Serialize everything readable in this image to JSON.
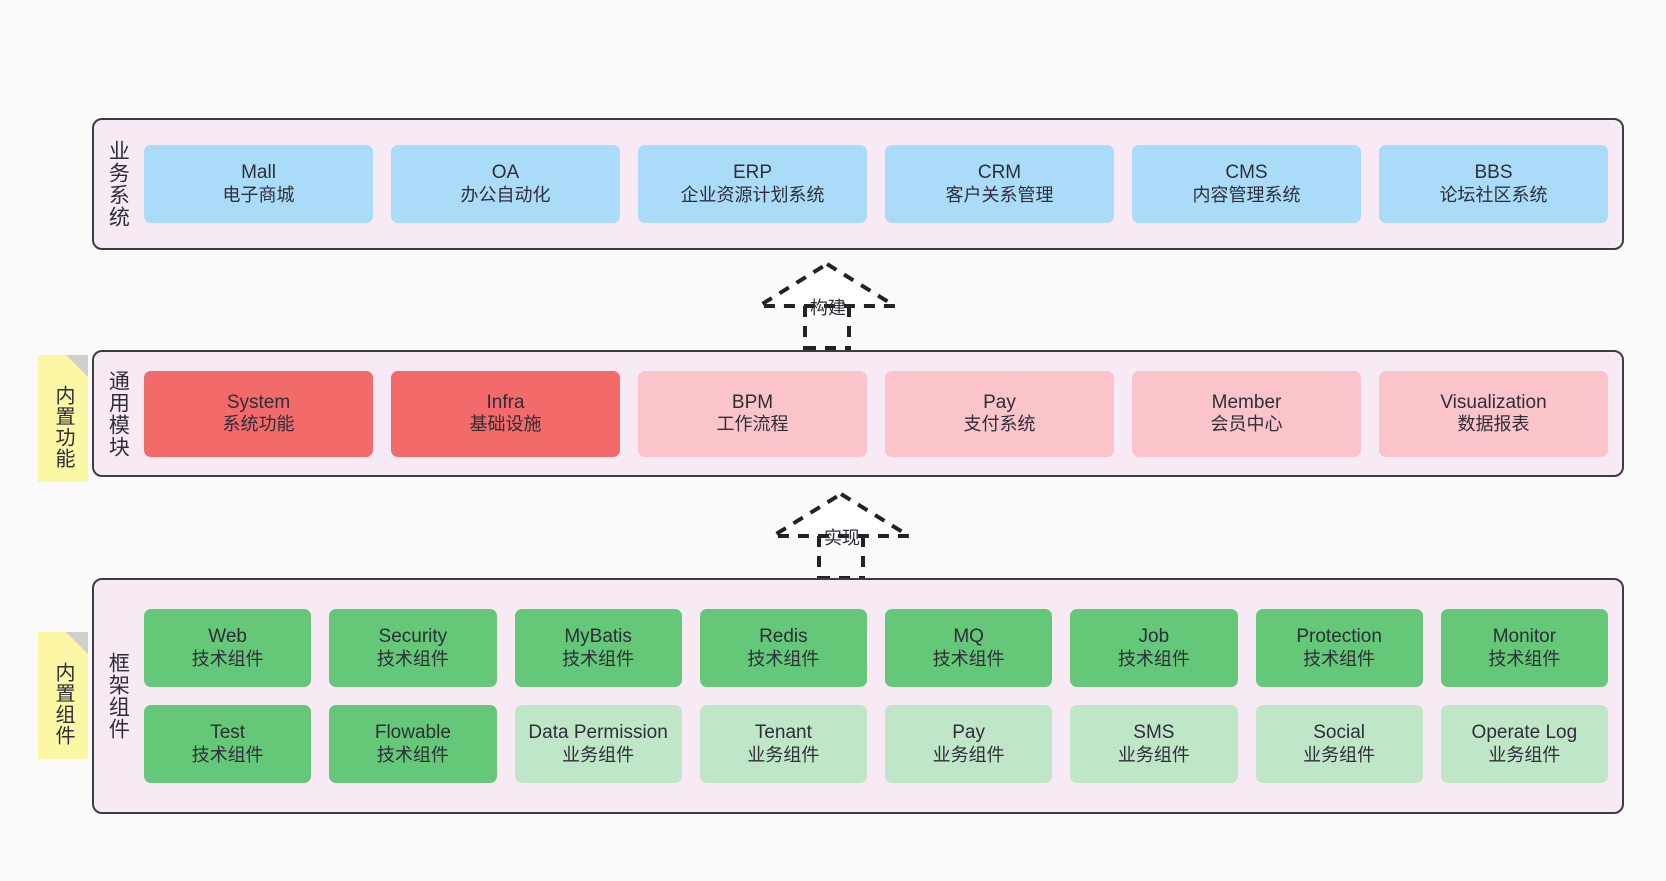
{
  "diagram": {
    "background_color": "#fafafa",
    "panel_color": "#f8eaf4",
    "border_color": "#3c3c46"
  },
  "layers": [
    {
      "key": "business",
      "title": "业务系统",
      "note": null,
      "rows": [
        {
          "nodes": [
            {
              "title": "Mall",
              "sub": "电子商城",
              "color": "#aadcfa"
            },
            {
              "title": "OA",
              "sub": "办公自动化",
              "color": "#aadcfa"
            },
            {
              "title": "ERP",
              "sub": "企业资源计划系统",
              "color": "#aadcfa"
            },
            {
              "title": "CRM",
              "sub": "客户关系管理",
              "color": "#aadcfa"
            },
            {
              "title": "CMS",
              "sub": "内容管理系统",
              "color": "#aadcfa"
            },
            {
              "title": "BBS",
              "sub": "论坛社区系统",
              "color": "#aadcfa"
            }
          ]
        }
      ]
    },
    {
      "key": "module",
      "title": "通用模块",
      "note": "内置功能",
      "rows": [
        {
          "nodes": [
            {
              "title": "System",
              "sub": "系统功能",
              "color": "#f26a6a"
            },
            {
              "title": "Infra",
              "sub": "基础设施",
              "color": "#f26a6a"
            },
            {
              "title": "BPM",
              "sub": "工作流程",
              "color": "#fac4ca"
            },
            {
              "title": "Pay",
              "sub": "支付系统",
              "color": "#fac4ca"
            },
            {
              "title": "Member",
              "sub": "会员中心",
              "color": "#fac4ca"
            },
            {
              "title": "Visualization",
              "sub": "数据报表",
              "color": "#fac4ca"
            }
          ]
        }
      ]
    },
    {
      "key": "framework",
      "title": "框架组件",
      "note": "内置组件",
      "rows": [
        {
          "nodes": [
            {
              "title": "Web",
              "sub": "技术组件",
              "color": "#64c878"
            },
            {
              "title": "Security",
              "sub": "技术组件",
              "color": "#64c878"
            },
            {
              "title": "MyBatis",
              "sub": "技术组件",
              "color": "#64c878"
            },
            {
              "title": "Redis",
              "sub": "技术组件",
              "color": "#64c878"
            },
            {
              "title": "MQ",
              "sub": "技术组件",
              "color": "#64c878"
            },
            {
              "title": "Job",
              "sub": "技术组件",
              "color": "#64c878"
            },
            {
              "title": "Protection",
              "sub": "技术组件",
              "color": "#64c878"
            },
            {
              "title": "Monitor",
              "sub": "技术组件",
              "color": "#64c878"
            }
          ]
        },
        {
          "nodes": [
            {
              "title": "Test",
              "sub": "技术组件",
              "color": "#64c878"
            },
            {
              "title": "Flowable",
              "sub": "技术组件",
              "color": "#64c878"
            },
            {
              "title": "Data Permission",
              "sub": "业务组件",
              "color": "#bfe6c6"
            },
            {
              "title": "Tenant",
              "sub": "业务组件",
              "color": "#bfe6c6"
            },
            {
              "title": "Pay",
              "sub": "业务组件",
              "color": "#bfe6c6"
            },
            {
              "title": "SMS",
              "sub": "业务组件",
              "color": "#bfe6c6"
            },
            {
              "title": "Social",
              "sub": "业务组件",
              "color": "#bfe6c6"
            },
            {
              "title": "Operate Log",
              "sub": "业务组件",
              "color": "#bfe6c6"
            }
          ]
        }
      ]
    }
  ],
  "connectors": [
    {
      "key": "build",
      "label": "构建",
      "from": "module",
      "to": "business"
    },
    {
      "key": "implement",
      "label": "实现",
      "from": "framework",
      "to": "module"
    }
  ]
}
